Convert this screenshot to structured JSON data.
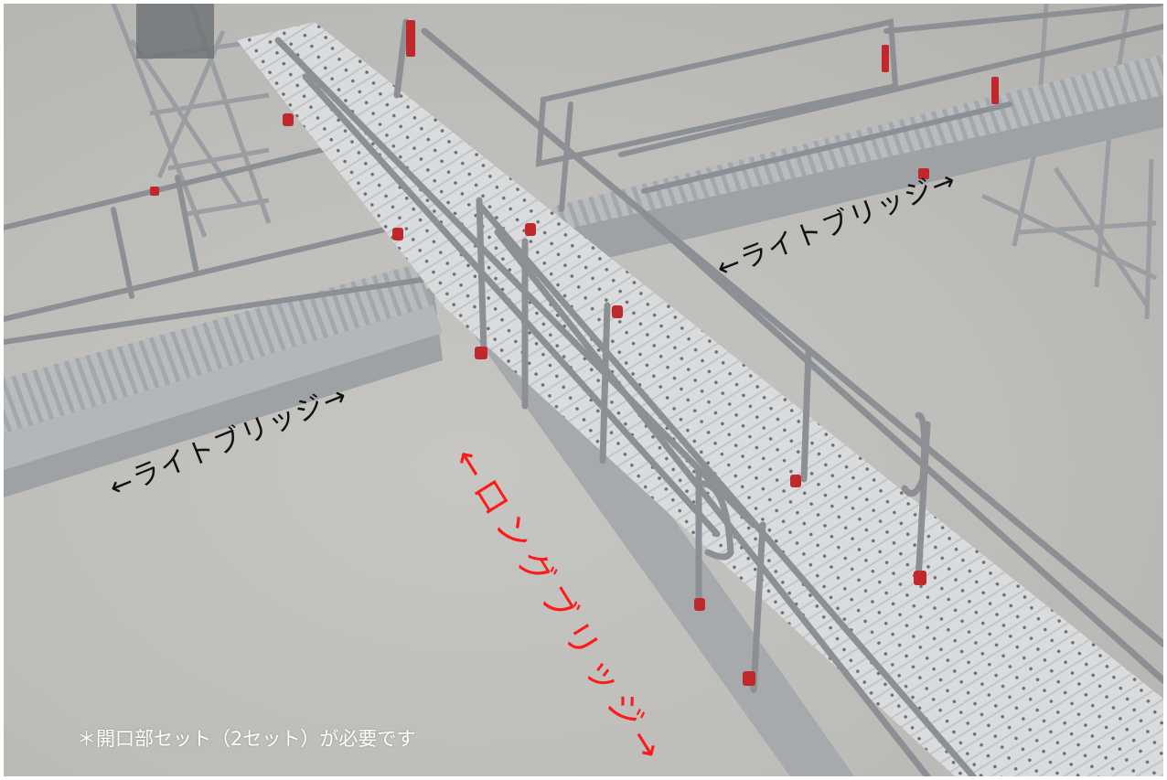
{
  "photo": {
    "subject": "aluminum-bridge-walkway-scene",
    "colors": {
      "floor": "#bebdb9",
      "aluminum": "#cfd2d4",
      "deck": "#d8dadb",
      "rail": "#8c9094",
      "red_band": "#c0282b",
      "scaffold": "#9a9ea2"
    }
  },
  "annotations": {
    "light_bridge_right": "←ライトブリッジ→",
    "light_bridge_left": "←ライトブリッジ→",
    "long_bridge": "←ロングブリッジ→",
    "long_bridge_color": "#ff1a1a",
    "footnote": "＊開口部セット（2セット）が必要です"
  }
}
